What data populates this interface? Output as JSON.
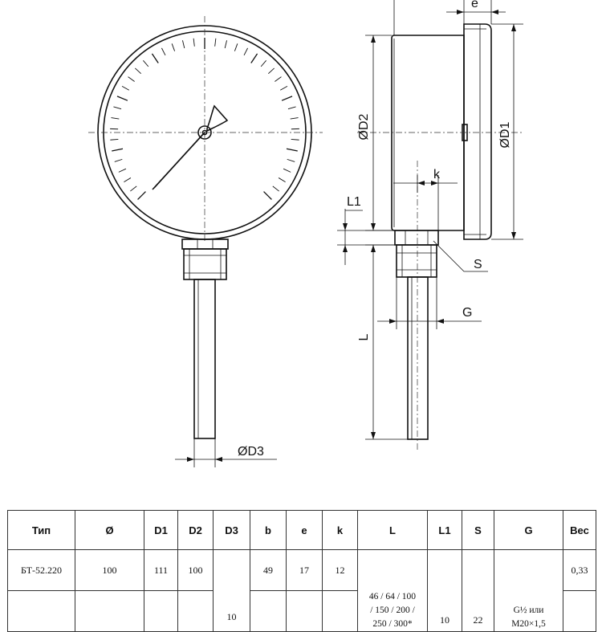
{
  "labels": {
    "e": "e",
    "d1": "ØD1",
    "d2": "ØD2",
    "k": "k",
    "l1": "L1",
    "s": "S",
    "g": "G",
    "l": "L",
    "d3": "ØD3"
  },
  "table": {
    "headers": [
      "Тип",
      "Ø",
      "D1",
      "D2",
      "D3",
      "b",
      "e",
      "k",
      "L",
      "L1",
      "S",
      "G",
      "Вес"
    ],
    "row": {
      "type": "БТ-52.220",
      "dia": "100",
      "d1": "111",
      "d2": "100",
      "d3": "10",
      "b": "49",
      "e": "17",
      "k": "12",
      "l_line1": "46 / 64 / 100",
      "l_line2": "/ 150 / 200 /",
      "l_line3": "250 / 300*",
      "l1": "10",
      "s": "22",
      "g_line1": "G½ или",
      "g_line2": "M20×1,5",
      "weight": "0,33"
    }
  }
}
